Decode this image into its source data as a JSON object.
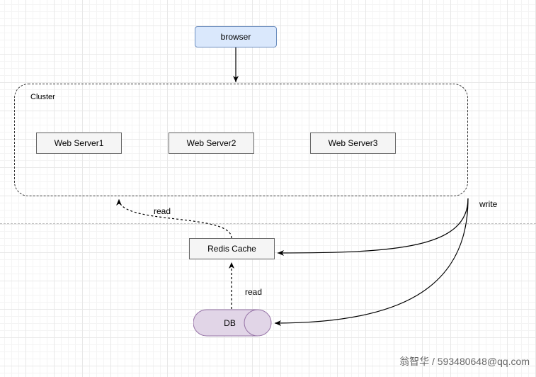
{
  "diagram": {
    "nodes": {
      "browser": "browser",
      "cluster": "Cluster",
      "web_server_1": "Web Server1",
      "web_server_2": "Web Server2",
      "web_server_3": "Web Server3",
      "redis_cache": "Redis Cache",
      "db": "DB"
    },
    "edges": [
      {
        "from": "browser",
        "to": "cluster",
        "label": "",
        "style": "solid"
      },
      {
        "from": "redis_cache",
        "to": "cluster",
        "label": "read",
        "style": "dashed"
      },
      {
        "from": "db",
        "to": "redis_cache",
        "label": "read",
        "style": "dashed"
      },
      {
        "from": "cluster",
        "to": "redis_cache",
        "label": "write",
        "style": "solid"
      },
      {
        "from": "cluster",
        "to": "db",
        "label": "",
        "style": "solid"
      }
    ]
  },
  "colors": {
    "browser_fill": "#dae8fc",
    "browser_stroke": "#6c8ebf",
    "server_fill": "#f5f5f5",
    "db_fill": "#e1d5e7",
    "db_stroke": "#9673a6"
  },
  "watermark": "翁智华 / 593480648@qq.com"
}
